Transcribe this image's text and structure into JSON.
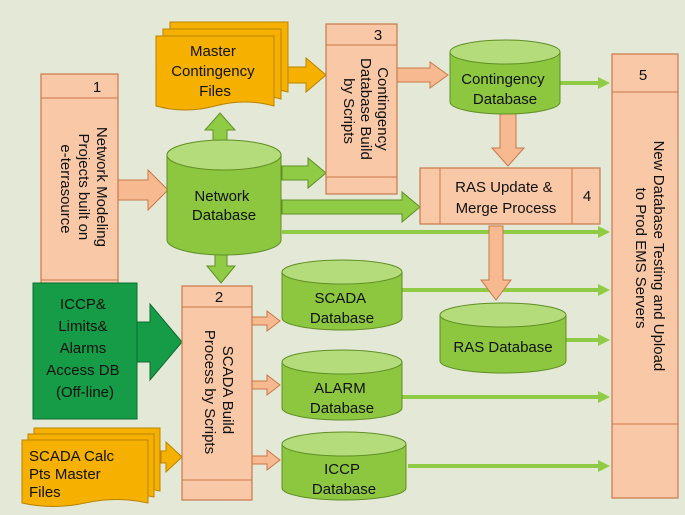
{
  "colors": {
    "background": "#e4e8d6",
    "process_box": "#f9c8a6",
    "process_box_stroke": "#c9794a",
    "database": "#8dc63f",
    "database_top": "#b5dc7a",
    "database_stroke": "#5f8f25",
    "files": "#f5b000",
    "files_stroke": "#b98300",
    "access_db": "#169b47",
    "access_db_stroke": "#0b6d31",
    "arrow_green": "#8fcb45",
    "arrow_peach": "#f7b98f"
  },
  "process_steps": {
    "step1": {
      "number": "1",
      "text": [
        "Network Modeling",
        "Projects built on",
        "e-terrasource"
      ]
    },
    "step2": {
      "number": "2",
      "text": [
        "SCADA Build",
        "Process by Scripts"
      ]
    },
    "step3": {
      "number": "3",
      "text": [
        "Contingency",
        "Database Build",
        "by Scripts"
      ]
    },
    "step4": {
      "number": "4",
      "text": [
        "RAS Update &",
        "Merge Process"
      ]
    },
    "step5": {
      "number": "5",
      "text": [
        "New Database Testing and Upload",
        "to Prod EMS Servers"
      ]
    }
  },
  "databases": {
    "network": [
      "Network",
      "Database"
    ],
    "contingency": [
      "Contingency",
      "Database"
    ],
    "scada": [
      "SCADA",
      "Database"
    ],
    "alarm": [
      "ALARM",
      "Database"
    ],
    "iccp": [
      "ICCP",
      "Database"
    ],
    "ras": [
      "RAS Database"
    ]
  },
  "files": {
    "master_contingency": [
      "Master",
      "Contingency",
      "Files"
    ],
    "scada_calc": [
      "SCADA Calc",
      "Pts Master",
      "Files"
    ]
  },
  "access_db": [
    "ICCP&",
    "Limits&",
    "Alarms",
    "Access DB",
    "(Off-line)"
  ]
}
